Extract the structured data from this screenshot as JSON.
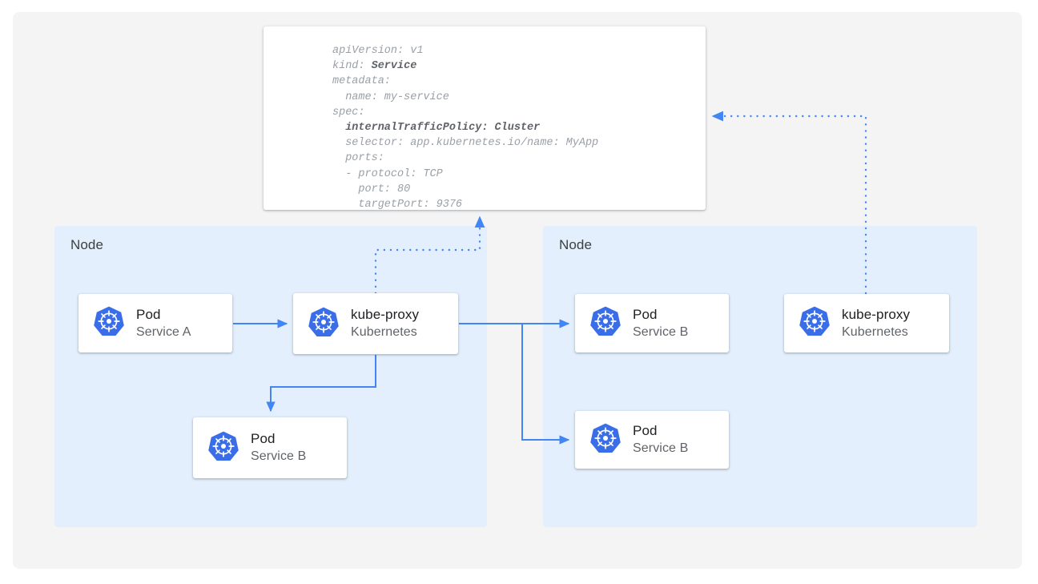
{
  "theme": {
    "page_background": "#ffffff",
    "canvas_background": "#f4f4f5",
    "node_background": "#e3effc",
    "card_background": "#ffffff",
    "accent_blue": "#4285f4",
    "k8s_logo_blue": "#3a6ee8",
    "title_text": "#202124",
    "subtitle_text": "#5f6368",
    "node_label_text": "#3c4043",
    "code_text": "#9aa0a6",
    "code_bold_text": "#5f6368"
  },
  "yaml": {
    "language": "yaml",
    "lines": [
      {
        "text": "apiVersion: v1",
        "bold": false
      },
      {
        "text": "kind: ",
        "bold_suffix": "Service"
      },
      {
        "text": "metadata:",
        "bold": false
      },
      {
        "text": "  name: my-service",
        "bold": false
      },
      {
        "text": "spec:",
        "bold": false
      },
      {
        "text": "  internalTrafficPolicy: Cluster",
        "bold": true
      },
      {
        "text": "  selector: app.kubernetes.io/name: MyApp",
        "bold": false
      },
      {
        "text": "  ports:",
        "bold": false
      },
      {
        "text": "  - protocol: TCP",
        "bold": false
      },
      {
        "text": "    port: 80",
        "bold": false
      },
      {
        "text": "    targetPort: 9376",
        "bold": false
      }
    ],
    "plain_text": "apiVersion: v1\nkind: Service\nmetadata:\n  name: my-service\nspec:\n  internalTrafficPolicy: Cluster\n  selector: app.kubernetes.io/name: MyApp\n  ports:\n  - protocol: TCP\n    port: 80\n    targetPort: 9376"
  },
  "nodes": [
    {
      "label": "Node",
      "id": "node-left"
    },
    {
      "label": "Node",
      "id": "node-right"
    }
  ],
  "cards": {
    "pod_a": {
      "title": "Pod",
      "subtitle": "Service A",
      "icon": "kubernetes-logo-icon"
    },
    "kube_proxy_l": {
      "title": "kube-proxy",
      "subtitle": "Kubernetes",
      "icon": "kubernetes-logo-icon"
    },
    "pod_b_left": {
      "title": "Pod",
      "subtitle": "Service B",
      "icon": "kubernetes-logo-icon"
    },
    "pod_b_r1": {
      "title": "Pod",
      "subtitle": "Service B",
      "icon": "kubernetes-logo-icon"
    },
    "pod_b_r2": {
      "title": "Pod",
      "subtitle": "Service B",
      "icon": "kubernetes-logo-icon"
    },
    "kube_proxy_r": {
      "title": "kube-proxy",
      "subtitle": "Kubernetes",
      "icon": "kubernetes-logo-icon"
    }
  },
  "connectors": [
    {
      "name": "pod-a-to-kube-proxy",
      "style": "solid",
      "arrow": "end"
    },
    {
      "name": "kube-proxy-to-pod-b-left",
      "style": "solid",
      "arrow": "end"
    },
    {
      "name": "kube-proxy-to-pod-b-right-top",
      "style": "solid",
      "arrow": "end"
    },
    {
      "name": "kube-proxy-to-pod-b-right-bot",
      "style": "solid",
      "arrow": "end"
    },
    {
      "name": "kube-proxy-left-to-service-spec",
      "style": "dotted",
      "arrow": "end"
    },
    {
      "name": "kube-proxy-right-to-service-spec",
      "style": "dotted",
      "arrow": "end"
    }
  ]
}
